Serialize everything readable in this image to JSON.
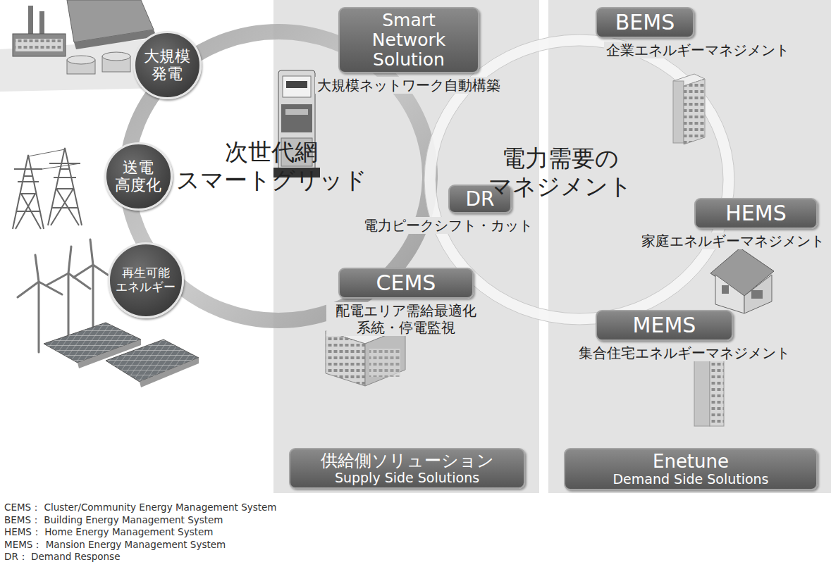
{
  "diagram": {
    "nodes": [
      {
        "text": [
          "大規模 発電"
        ]
      },
      {
        "text": [
          "送電 高度化"
        ]
      },
      {
        "text": [
          "再生可能 エネルギー"
        ]
      },
      {
        "text": [
          "Smart Network Solution",
          "大規模ネットワーク自動構築"
        ]
      },
      {
        "text": [
          "BEMS",
          "企業エネルギーマネジメント"
        ]
      },
      {
        "text": [
          "DR",
          "電力ピークシフト・カット"
        ]
      },
      {
        "text": [
          "HEMS",
          "家庭エネルギーマネジメント"
        ]
      },
      {
        "text": [
          "CEMS",
          "配電エリア需給最適化 系統・停電監視"
        ]
      },
      {
        "text": [
          "MEMS",
          "集合住宅エネルギーマネジメント"
        ]
      },
      {
        "text": [
          "供給側ソリューション",
          "Supply Side Solutions"
        ]
      },
      {
        "text": [
          "Enetune",
          "Demand Side Solutions"
        ]
      }
    ],
    "labels": [
      "次世代網 スマートグリッド",
      "電力需要の マネジメント",
      "CEMS： Cluster/Community Energy Management System",
      "BEMS： Building Energy Management System",
      "HEMS： Home Energy Management System",
      "MEMS： Mansion Energy Management System",
      "DR： Demand Response"
    ]
  }
}
